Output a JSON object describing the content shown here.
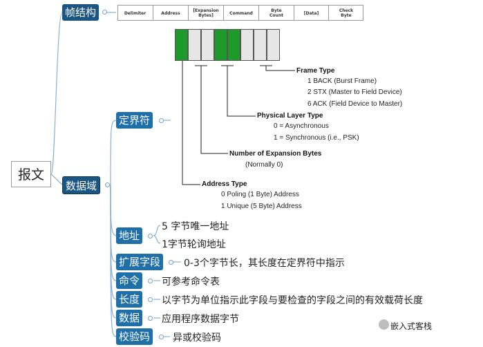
{
  "root": "报文",
  "frame_structure": {
    "label": "帧结构",
    "fields": [
      "Delimiter",
      "Address",
      "[Expansion\nBytes]",
      "Command",
      "Byte\nCount",
      "[Data]",
      "Check\nByte"
    ]
  },
  "data_field": {
    "label": "数据域"
  },
  "delimiter": {
    "label": "定界符",
    "cells": [
      "green",
      "white",
      "white",
      "green",
      "green",
      "white",
      "white",
      "white"
    ],
    "annotations": [
      {
        "title": "Frame Type",
        "lines": [
          "1  BACK (Burst Frame)",
          "2 STX (Master to Field Device)",
          "6 ACK (Field Device to Master)"
        ]
      },
      {
        "title": "Physical Layer Type",
        "lines": [
          "0 = Asynchronous",
          "1 = Synchronous (i.e., PSK)"
        ]
      },
      {
        "title": "Number of Expansion Bytes",
        "lines": [
          "(Normally 0)"
        ]
      },
      {
        "title": "Address Type",
        "lines": [
          "0 Poling (1 Byte) Address",
          "1 Unique (5 Byte) Address"
        ]
      }
    ]
  },
  "address": {
    "label": "地址",
    "items": [
      "5 字节唯一地址",
      "1字节轮询地址"
    ]
  },
  "expansion": {
    "label": "扩展字段",
    "desc": "0-3个字节长，其长度在定界符中指示"
  },
  "command": {
    "label": "命令",
    "desc": "可参考命令表"
  },
  "length": {
    "label": "长度",
    "desc": "以字节为单位指示此字段与要检查的字段之间的有效载荷长度"
  },
  "data": {
    "label": "数据",
    "desc": "应用程序数据字节"
  },
  "checksum": {
    "label": "校验码",
    "desc": "异或校验码"
  },
  "watermark": "嵌入式客栈",
  "colors": {
    "node": "#1f6fa8",
    "node_dark": "#1b5580",
    "green_bit": "#1e9a2a",
    "white_bit": "#e6e6e6"
  }
}
